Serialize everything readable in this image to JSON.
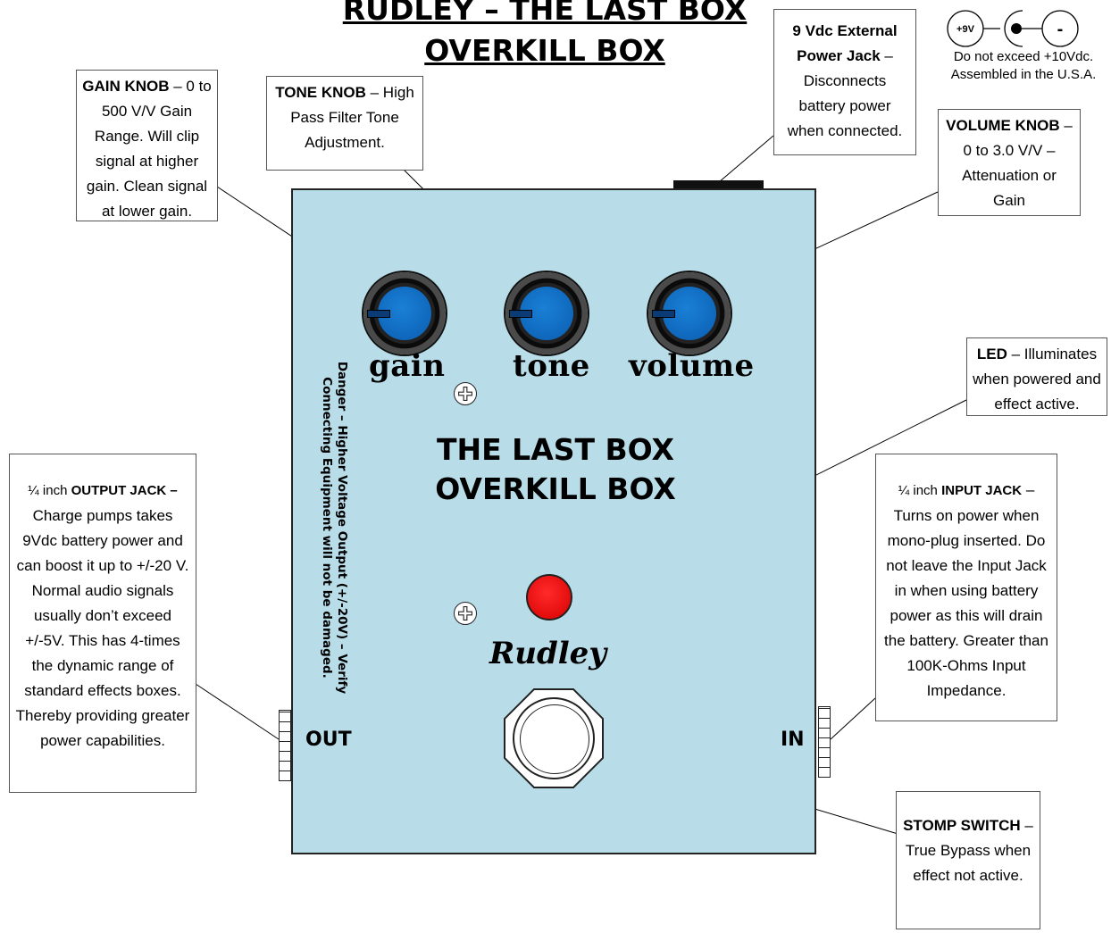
{
  "title": {
    "line1": "RUDLEY – THE LAST BOX",
    "line2": "OVERKILL BOX"
  },
  "power": {
    "plus_label": "+9V",
    "minus_label": "-",
    "note1": "Do not exceed +10Vdc.",
    "note2": "Assembled in the U.S.A."
  },
  "callouts": {
    "gain": {
      "bold": "GAIN KNOB",
      "text": " – 0 to 500 V/V Gain Range. Will clip signal at higher gain. Clean signal at lower gain."
    },
    "tone": {
      "bold": "TONE KNOB",
      "text": " – High Pass Filter Tone Adjustment."
    },
    "power_jack": {
      "bold": "9 Vdc External Power Jack",
      "text": " – Disconnects battery power when connected."
    },
    "volume": {
      "bold": "VOLUME KNOB",
      "text": " – 0 to 3.0 V/V – Attenuation or Gain"
    },
    "led": {
      "bold": "LED",
      "text": " – Illuminates when powered and effect active."
    },
    "output": {
      "pre": "¼ inch ",
      "bold": "OUTPUT JACK –",
      "text": " Charge pumps takes 9Vdc battery power and can boost it up to +/-20 V. Normal audio signals usually don’t exceed +/-5V. This has 4-times the dynamic range of standard effects boxes. Thereby providing greater power capabilities."
    },
    "input": {
      "pre": "¼ inch ",
      "bold": "INPUT JACK",
      "text": " – Turns on power when mono-plug inserted. Do not leave the Input Jack in when using battery power as this will drain the battery. Greater than 100K-Ohms Input Impedance."
    },
    "stomp": {
      "bold": "STOMP SWITCH",
      "text": " – True Bypass when effect not active."
    }
  },
  "pedal": {
    "knobs": [
      "gain",
      "tone",
      "volume"
    ],
    "main_line1": "THE LAST BOX",
    "main_line2": "OVERKILL BOX",
    "warning_line1": "Danger – Higher Voltage Output (+/-20V) – Verify",
    "warning_line2": "Connecting Equipment will not be damaged.",
    "brand": "Rudley",
    "out_label": "OUT",
    "in_label": "IN"
  },
  "colors": {
    "pedal_body": "#b9dde8",
    "knob_cap": "#1a80d6",
    "led": "#e00000"
  }
}
